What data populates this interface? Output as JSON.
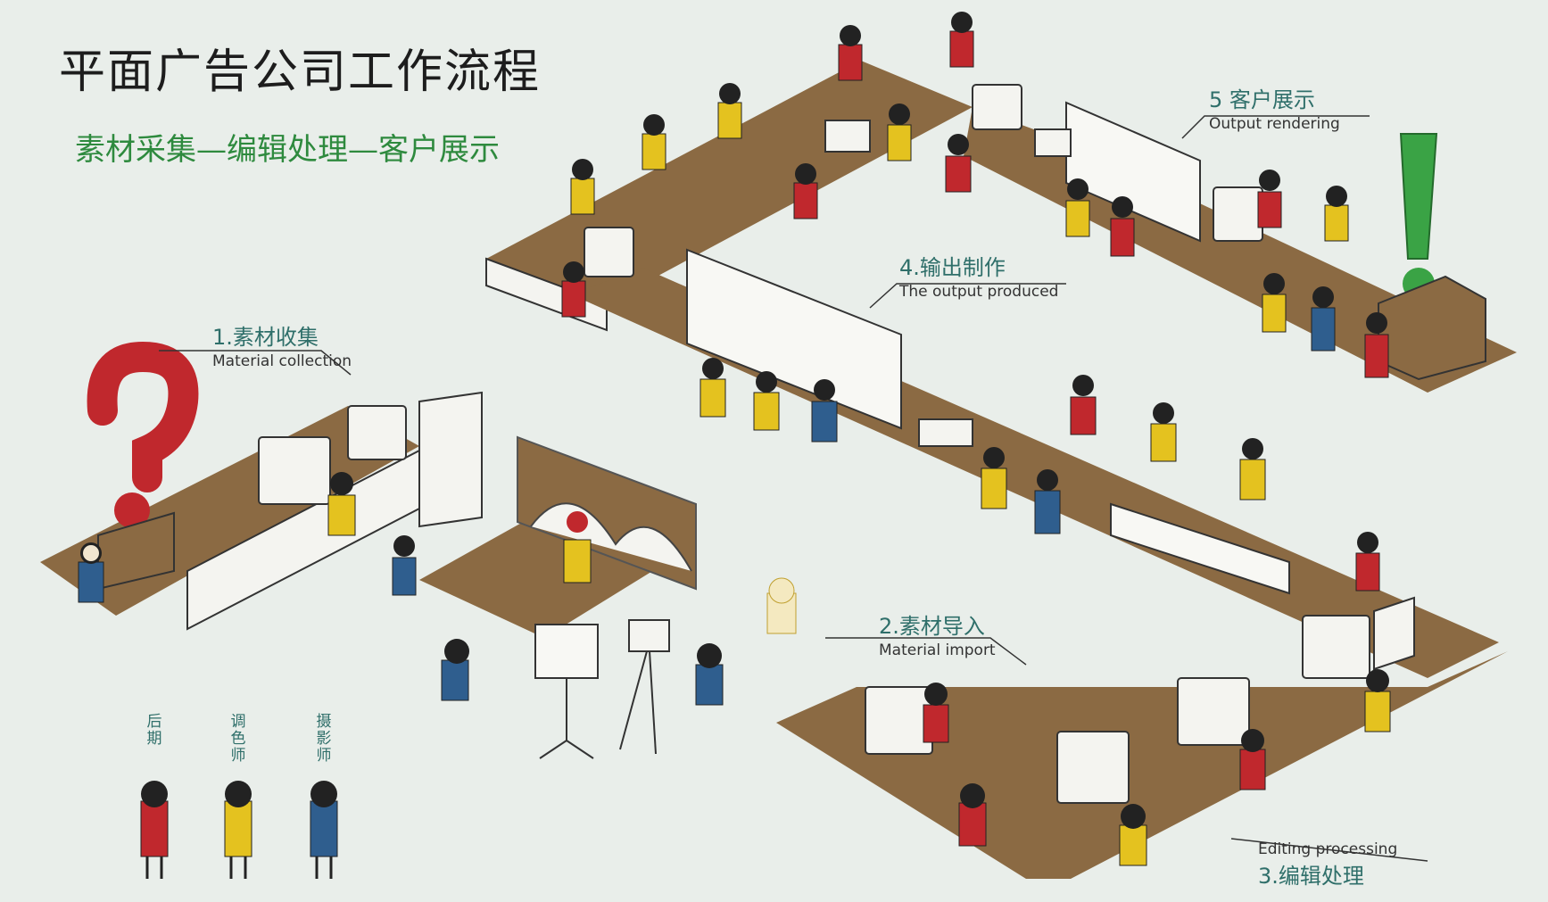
{
  "title": "平面广告公司工作流程",
  "subtitle": "素材采集—编辑处理—客户展示",
  "steps": [
    {
      "cn": "1.素材收集",
      "en": "Material collection"
    },
    {
      "cn": "2.素材导入",
      "en": "Material import"
    },
    {
      "cn": "3.编辑处理",
      "en": "Editing processing"
    },
    {
      "cn": "4.输出制作",
      "en": "The output produced"
    },
    {
      "cn": "5 客户展示",
      "en": "Output rendering"
    }
  ],
  "roles": [
    {
      "label": "后期",
      "shirt": "#c0282d"
    },
    {
      "label": "调色师",
      "shirt": "#e4c21f"
    },
    {
      "label": "摄影师",
      "shirt": "#2f5e8e"
    }
  ],
  "colors": {
    "floor": "#8b6a43",
    "accent_green": "#2e8a3e",
    "question_mark": "#c0282d",
    "exclamation_mark": "#3aa345",
    "shirt_red": "#c0282d",
    "shirt_yellow": "#e4c21f",
    "shirt_blue": "#2f5e8e"
  },
  "icons": [
    "question-mark-icon",
    "exclamation-mark-icon",
    "camera-icon",
    "softbox-light-icon",
    "monitor-icon",
    "printer-icon"
  ]
}
